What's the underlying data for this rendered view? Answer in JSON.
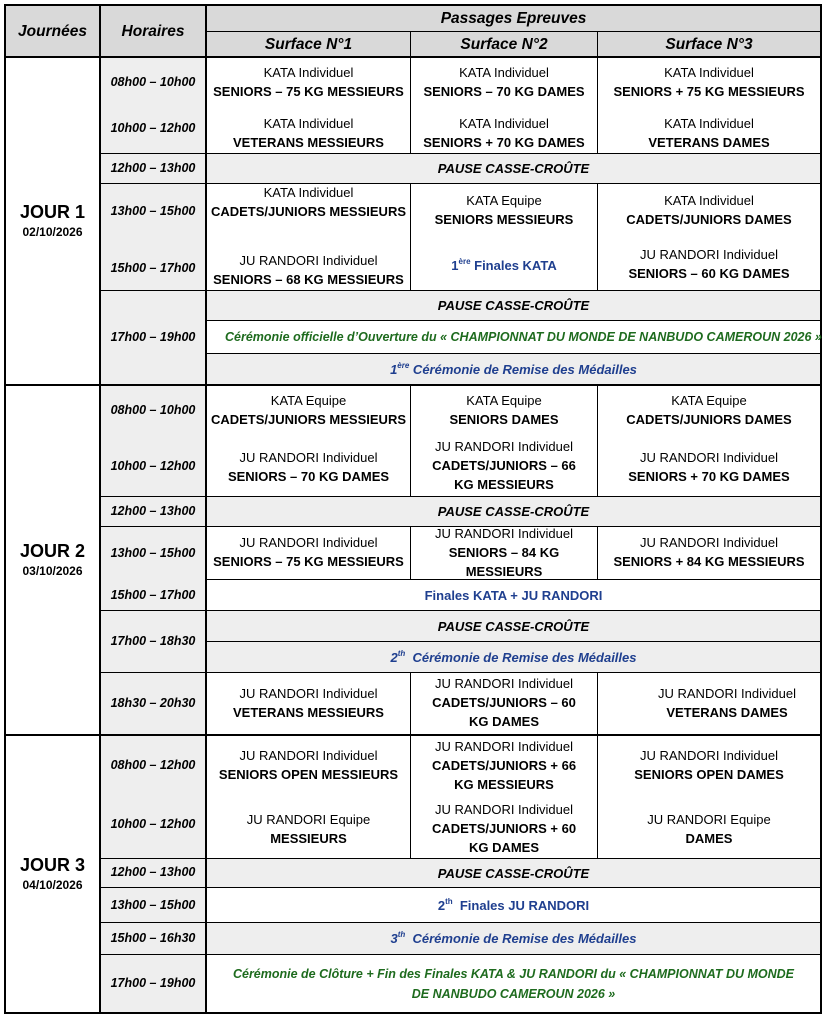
{
  "header": {
    "col_days": "Journées",
    "col_times": "Horaires",
    "col_passages": "Passages Epreuves",
    "surface1": "Surface N°1",
    "surface2": "Surface N°2",
    "surface3": "Surface N°3"
  },
  "day1": {
    "title": "JOUR 1",
    "date": "02/10/2026",
    "t1": "08h00 – 10h00",
    "t2": "10h00 – 12h00",
    "t3": "12h00 – 13h00",
    "t4": "13h00 – 15h00",
    "t5": "15h00 – 17h00",
    "t6": "17h00 – 19h00",
    "r1": {
      "s1a": "KATA Individuel",
      "s1b": "SENIORS – 75 KG MESSIEURS",
      "s2a": "KATA Individuel",
      "s2b": "SENIORS – 70 KG DAMES",
      "s3a": "KATA Individuel",
      "s3b": "SENIORS + 75 KG MESSIEURS"
    },
    "r2": {
      "s1a": "KATA Individuel",
      "s1b": "VETERANS MESSIEURS",
      "s2a": "KATA Individuel",
      "s2b": "SENIORS + 70 KG DAMES",
      "s3a": "KATA Individuel",
      "s3b": "VETERANS DAMES"
    },
    "pause1": "PAUSE CASSE-CROÛTE",
    "r4": {
      "s1a": "KATA Individuel",
      "s1b": "CADETS/JUNIORS MESSIEURS",
      "s2a": "KATA Equipe",
      "s2b": "SENIORS MESSIEURS",
      "s3a": "KATA Individuel",
      "s3b": "CADETS/JUNIORS DAMES"
    },
    "r5": {
      "s1a": "JU RANDORI Individuel",
      "s1b": "SENIORS – 68 KG MESSIEURS",
      "s2_num": "1",
      "s2_sup": "ère",
      "s2_text": " Finales KATA",
      "s3a": "JU RANDORI Individuel",
      "s3b": "SENIORS – 60 KG DAMES"
    },
    "pause2": "PAUSE CASSE-CROÛTE",
    "ceremony": "Cérémonie officielle d’Ouverture du « CHAMPIONNAT DU MONDE DE NANBUDO CAMEROUN 2026 »",
    "medals_num": "1",
    "medals_sup": "ère",
    "medals_text": " Cérémonie de Remise des Médailles"
  },
  "day2": {
    "title": "JOUR 2",
    "date": "03/10/2026",
    "t1": "08h00 – 10h00",
    "t2": "10h00 – 12h00",
    "t3": "12h00 – 13h00",
    "t4": "13h00 – 15h00",
    "t5": "15h00 – 17h00",
    "t6": "17h00 – 18h30",
    "t7": "18h30 – 20h30",
    "r1": {
      "s1a": "KATA Equipe",
      "s1b": "CADETS/JUNIORS MESSIEURS",
      "s2a": "KATA Equipe",
      "s2b": "SENIORS DAMES",
      "s3a": "KATA Equipe",
      "s3b": "CADETS/JUNIORS DAMES"
    },
    "r2": {
      "s1a": "JU RANDORI Individuel",
      "s1b": "SENIORS – 70 KG DAMES",
      "s2a": "JU RANDORI Individuel",
      "s2b": "CADETS/JUNIORS – 66",
      "s2c": "KG MESSIEURS",
      "s3a": "JU RANDORI Individuel",
      "s3b": "SENIORS + 70 KG DAMES"
    },
    "pause1": "PAUSE CASSE-CROÛTE",
    "r4": {
      "s1a": "JU RANDORI Individuel",
      "s1b": "SENIORS – 75 KG MESSIEURS",
      "s2a": "JU RANDORI Individuel",
      "s2b": "SENIORS – 84 KG MESSIEURS",
      "s3a": "JU RANDORI Individuel",
      "s3b": "SENIORS + 84 KG MESSIEURS"
    },
    "finals": "Finales KATA + JU RANDORI",
    "pause2": "PAUSE CASSE-CROÛTE",
    "medals_num": "2",
    "medals_sup": "th",
    "medals_text": "  Cérémonie de Remise des Médailles",
    "r7": {
      "s1a": "JU RANDORI Individuel",
      "s1b": "VETERANS MESSIEURS",
      "s2a": "JU RANDORI Individuel",
      "s2b": "CADETS/JUNIORS – 60",
      "s2c": "KG DAMES",
      "s3a": "JU RANDORI Individuel",
      "s3b": "VETERANS DAMES"
    }
  },
  "day3": {
    "title": "JOUR 3",
    "date": "04/10/2026",
    "t1": "08h00 – 12h00",
    "t2": "10h00 – 12h00",
    "t3": "12h00 – 13h00",
    "t4": "13h00 – 15h00",
    "t5": "15h00 – 16h30",
    "t6": "17h00 – 19h00",
    "r1": {
      "s1a": "JU RANDORI Individuel",
      "s1b": "SENIORS OPEN MESSIEURS",
      "s2a": "JU RANDORI Individuel",
      "s2b": "CADETS/JUNIORS + 66",
      "s2c": "KG MESSIEURS",
      "s3a": "JU RANDORI Individuel",
      "s3b": "SENIORS OPEN DAMES"
    },
    "r2": {
      "s1a": "JU RANDORI Equipe",
      "s1b": "MESSIEURS",
      "s2a": "JU RANDORI Individuel",
      "s2b": "CADETS/JUNIORS + 60",
      "s2c": "KG DAMES",
      "s3a": "JU RANDORI Equipe",
      "s3b": "DAMES"
    },
    "pause1": "PAUSE CASSE-CROÛTE",
    "finals_num": "2",
    "finals_sup": "th",
    "finals_text": "  Finales JU RANDORI",
    "medals_num": "3",
    "medals_sup": "th",
    "medals_text": "  Cérémonie de Remise des Médailles",
    "closing1": "Cérémonie de Clôture + Fin des Finales KATA & JU RANDORI du « CHAMPIONNAT DU MONDE",
    "closing2": "DE NANBUDO CAMEROUN 2026 »"
  },
  "colors": {
    "header_bg": "#d9d9d9",
    "band_bg": "#eeeeee",
    "blue_text": "#1f3f8f",
    "green_text": "#1e6b1e"
  }
}
